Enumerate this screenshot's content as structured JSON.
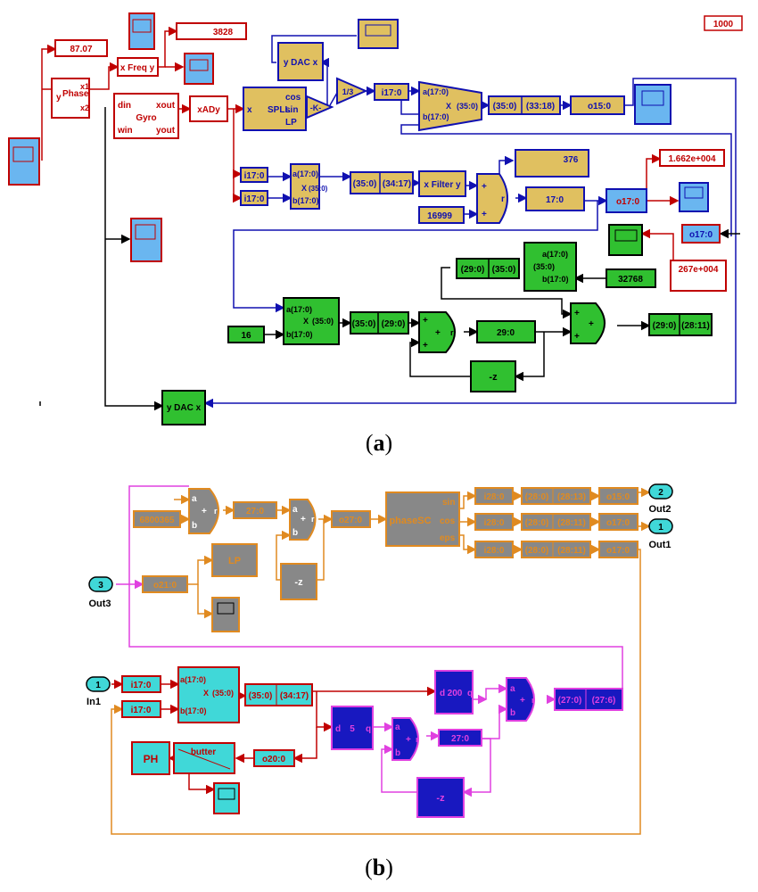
{
  "figure_a": {
    "caption_letter": "a",
    "displays": {
      "top_right_label": "1000 ",
      "freq_value": "3828",
      "phase_value": "87.07",
      "filter_display": "376",
      "right_top_value": "1.662e+004",
      "right_bottom_value": "267e+004"
    },
    "blocks": {
      "phase": {
        "name": "Phase",
        "ports": [
          "y",
          "x1",
          "x2"
        ]
      },
      "freq": {
        "name": "x Freq y"
      },
      "gyro": {
        "name": "Gyro",
        "ports": [
          "din",
          "xout",
          "win",
          "yout"
        ]
      },
      "xady": {
        "name": "xADy"
      },
      "ydac_top": {
        "name": "y  DAC   x"
      },
      "spll": {
        "name": "SPLL",
        "ports": [
          "x",
          "cos",
          "sin",
          "LP"
        ]
      },
      "gain": {
        "name": "-K-"
      },
      "div3": {
        "name": "1/3"
      },
      "cast_i17": "i17:0",
      "mult_ports": [
        "a(17:0)",
        "X",
        "(35:0)",
        "b(17:0)"
      ],
      "slice_35": "(35:0)",
      "slice_33_18": "(33:18)",
      "out_o15": "o15:0",
      "slice_34_17": "(34:17)",
      "filter": "x  Filter  y",
      "const_16999": "16999",
      "convert_17": "17:0",
      "out_o17": "o17:0",
      "in_o17": "o17:0",
      "slice_29": "(29:0)",
      "const_rev": "32768",
      "const_16": "16",
      "convert_29": "29:0",
      "slice_28_11": "(28:11)",
      "delay": "-z",
      "ydac_bottom": "y    DAC    x",
      "adder_ports": [
        "+",
        "r",
        "+"
      ]
    }
  },
  "figure_b": {
    "caption_letter": "b",
    "blocks": {
      "const": "6800365",
      "convert_27": "27:0",
      "o27": "o27:0",
      "phasesc": "phaseSC",
      "phasesc_ports": [
        "sin",
        "cos",
        "eps"
      ],
      "i28": "i28:0",
      "slice_28": "(28:0)",
      "slice_28_13": "(28:13)",
      "slice_28_11": "(28:11)",
      "o15": "o15:0",
      "o17": "o17:0",
      "out2": {
        "num": "2",
        "label": "Out2"
      },
      "out1": {
        "num": "1",
        "label": "Out1"
      },
      "out3": {
        "num": "3",
        "label": "Out3"
      },
      "o21": "o21:0",
      "lp": "LP",
      "delay": "-z",
      "in1": {
        "num": "1",
        "label": "In1"
      },
      "i17": "i17:0",
      "mult_ports": [
        "a(17:0)",
        "X",
        "(35:0)",
        "b(17:0)"
      ],
      "slice_35": "(35:0)",
      "slice_34_17": "(34:17)",
      "delay_200": {
        "d": "d",
        "n": "200",
        "q": "q"
      },
      "delay_5": {
        "d": "d",
        "n": "5",
        "q": "q"
      },
      "slice_27": "(27:0)",
      "slice_27_6": "(27:6)",
      "o20": "o20:0",
      "butter": "butter",
      "ph": "PH",
      "adder_ports": [
        "a",
        "+",
        "r",
        "b"
      ]
    }
  }
}
